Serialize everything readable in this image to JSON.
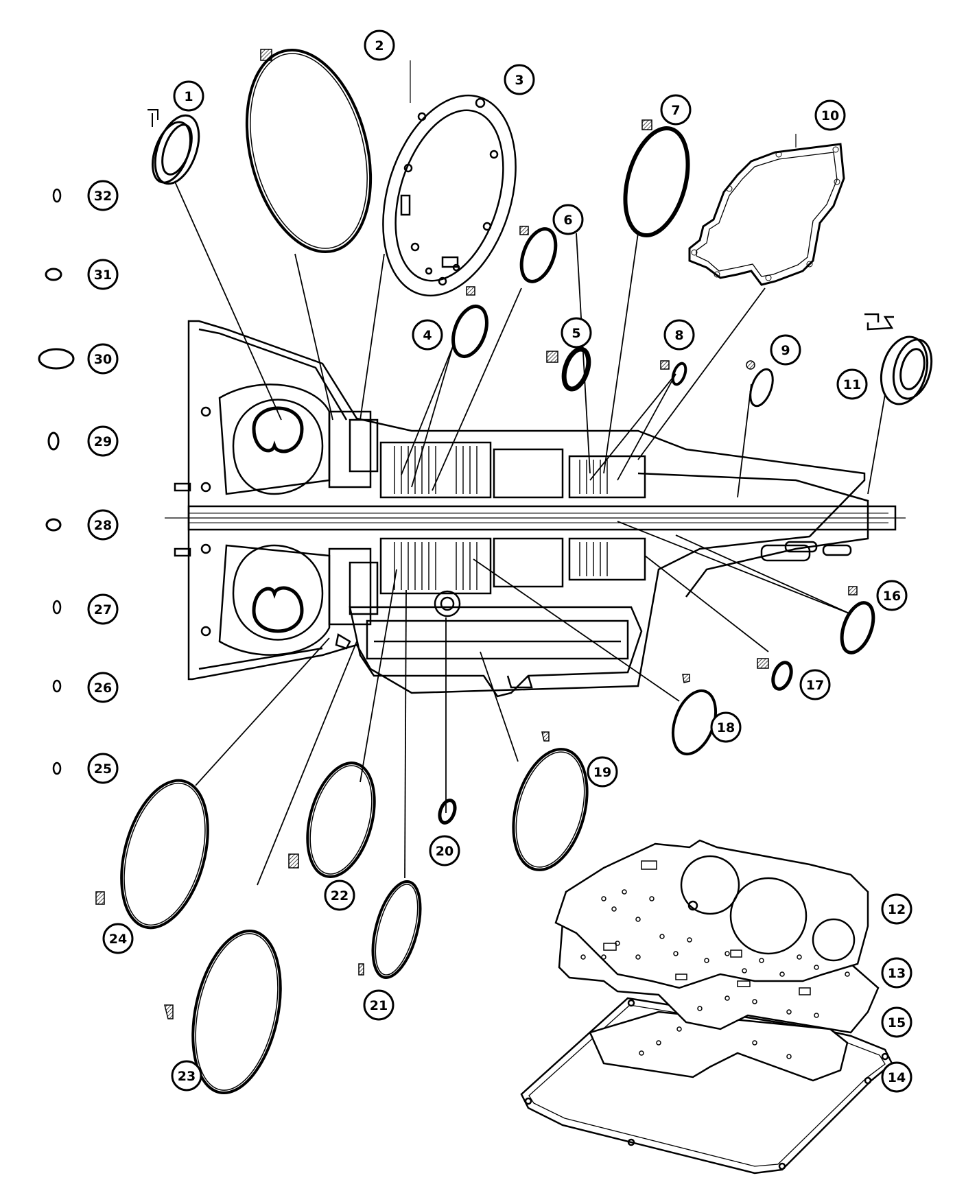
{
  "callouts": [
    "1",
    "2",
    "3",
    "4",
    "5",
    "6",
    "7",
    "8",
    "9",
    "10",
    "11",
    "12",
    "13",
    "14",
    "15",
    "16",
    "17",
    "18",
    "19",
    "20",
    "21",
    "22",
    "23",
    "24",
    "25",
    "26",
    "27",
    "28",
    "29",
    "30",
    "31",
    "32"
  ],
  "colors": {
    "ink": "#000000",
    "background": "#ffffff"
  }
}
